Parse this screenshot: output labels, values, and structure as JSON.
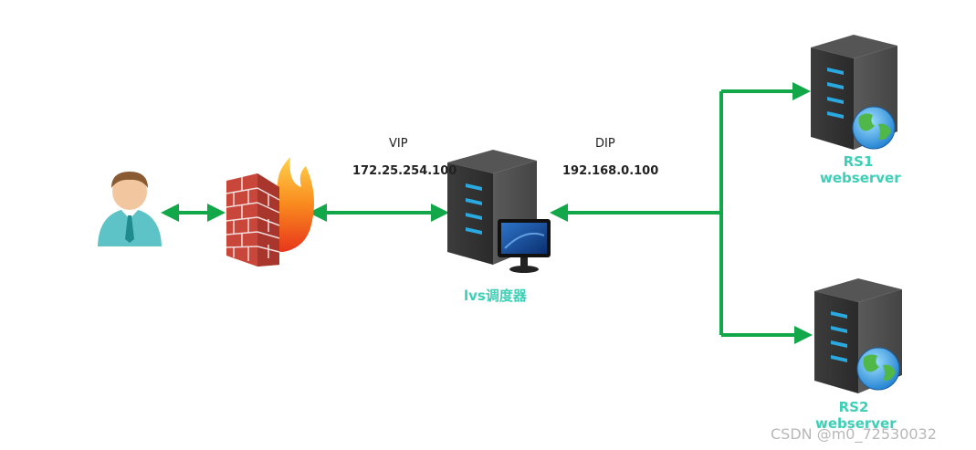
{
  "nodes": {
    "vip": {
      "label": "VIP",
      "address": "172.25.254.100"
    },
    "dip": {
      "label": "DIP",
      "address": "192.168.0.100"
    },
    "director": {
      "caption": "lvs调度器"
    },
    "rs1": {
      "name": "RS1",
      "role": "webserver"
    },
    "rs2": {
      "name": "RS2",
      "role": "webserver"
    }
  },
  "watermark": "CSDN @m0_72530032",
  "colors": {
    "arrow": "#12a84a",
    "caption": "#3ecfb6",
    "server_body": "#3a3a3a",
    "led": "#2aa8e0"
  },
  "icons": {
    "client": "user-icon",
    "firewall": "firewall-icon",
    "director": "server-monitor-icon",
    "rs1": "web-server-icon",
    "rs2": "web-server-icon"
  }
}
